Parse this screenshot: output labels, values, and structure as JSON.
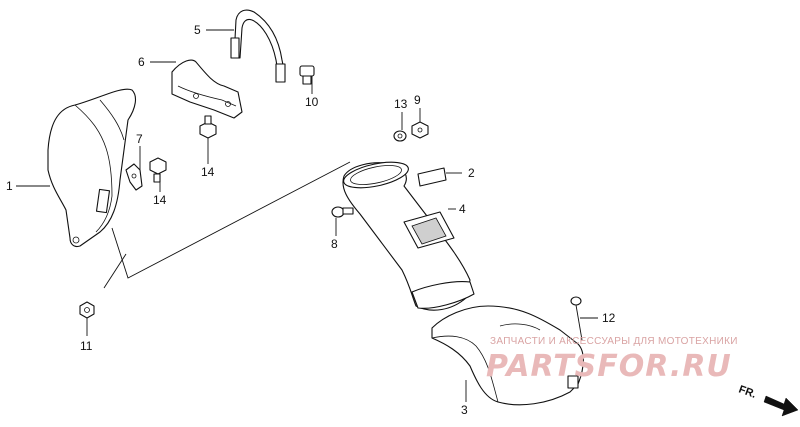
{
  "callouts": {
    "c1": "1",
    "c2": "2",
    "c3": "3",
    "c4": "4",
    "c5": "5",
    "c6": "6",
    "c7": "7",
    "c8": "8",
    "c9": "9",
    "c10": "10",
    "c11": "11",
    "c12": "12",
    "c13": "13",
    "c14a": "14",
    "c14b": "14"
  },
  "watermark": {
    "subtitle": "ЗАПЧАСТИ И АКСЕССУАРЫ ДЛЯ МОТОТЕХНИКИ",
    "brand": "PARTSFOR.RU"
  },
  "direction": {
    "label": "FR."
  }
}
